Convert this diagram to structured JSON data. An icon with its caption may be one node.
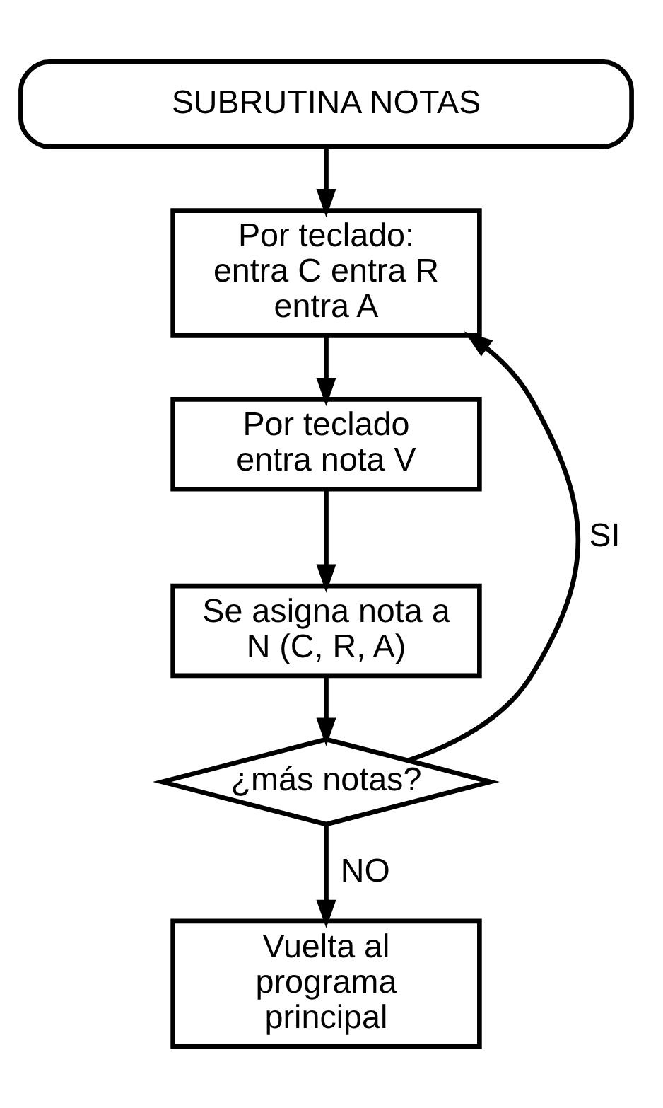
{
  "diagram": {
    "nodes": [
      {
        "text": [
          "SUBRUTINA NOTAS"
        ]
      },
      {
        "text": [
          "Por teclado:",
          "entra C entra R entra A"
        ]
      },
      {
        "text": [
          "Por teclado entra nota V"
        ]
      },
      {
        "text": [
          "Se asigna nota a N (C, R, A)"
        ]
      },
      {
        "text": [
          "¿más notas?"
        ]
      },
      {
        "text": [
          "Vuelta al programa principal"
        ]
      }
    ],
    "edges": [
      {
        "from": 0,
        "to": 1,
        "arrow": "to"
      },
      {
        "from": 1,
        "to": 2,
        "arrow": "to"
      },
      {
        "from": 2,
        "to": 3,
        "arrow": "to"
      },
      {
        "from": 3,
        "to": 4,
        "arrow": "to"
      },
      {
        "from": 4,
        "to": 1,
        "arrow": "to",
        "label": "SI"
      },
      {
        "from": 4,
        "to": 5,
        "arrow": "to",
        "label": "NO"
      }
    ]
  }
}
